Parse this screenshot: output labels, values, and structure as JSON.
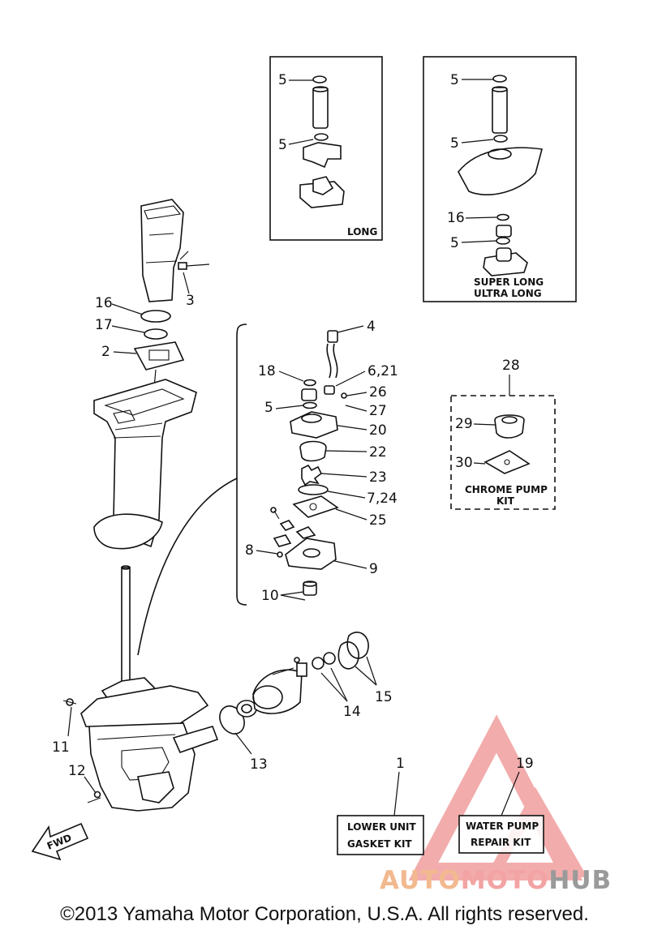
{
  "callouts": {
    "n1": "1",
    "n2": "2",
    "n3": "3",
    "n4": "4",
    "n5a": "5",
    "n5b": "5",
    "n5c": "5",
    "n5d": "5",
    "n5e": "5",
    "n5f": "5",
    "n6_21": "6,21",
    "n7_24": "7,24",
    "n8": "8",
    "n9": "9",
    "n10": "10",
    "n11": "11",
    "n12": "12",
    "n13": "13",
    "n14": "14",
    "n15": "15",
    "n16a": "16",
    "n16b": "16",
    "n17": "17",
    "n18": "18",
    "n19": "19",
    "n20": "20",
    "n22": "22",
    "n23": "23",
    "n25": "25",
    "n26": "26",
    "n27": "27",
    "n28": "28",
    "n29": "29",
    "n30": "30"
  },
  "inset_long": {
    "label": "LONG"
  },
  "inset_super": {
    "label_1": "SUPER LONG",
    "label_2": "ULTRA LONG"
  },
  "chrome_kit": {
    "label_1": "CHROME PUMP",
    "label_2": "KIT"
  },
  "gasket_kit": {
    "line_1": "LOWER UNIT",
    "line_2": "GASKET KIT"
  },
  "pump_kit": {
    "line_1": "WATER PUMP",
    "line_2": "REPAIR KIT"
  },
  "fwd_label": "FWD",
  "copyright": "©2013 Yamaha Motor Corporation, U.S.A. All rights reserved.",
  "watermark": {
    "part_1": "AUTO",
    "part_2": "MOTO",
    "part_3": "HUB"
  },
  "colors": {
    "watermark_orange": "#f2b98f",
    "watermark_red": "#f3a3a3",
    "watermark_gray": "#9a9a9a"
  }
}
